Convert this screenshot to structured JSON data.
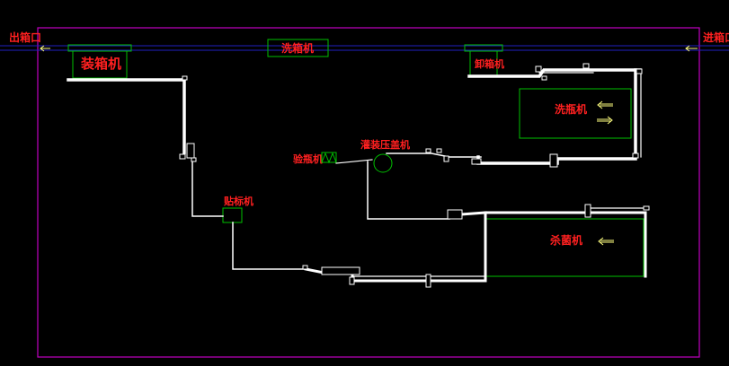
{
  "colors": {
    "background": "#000000",
    "conveyor": "#ffffff",
    "machine_box": "#00c000",
    "label": "#ff2020",
    "boundary": "#c000c0",
    "main_line": "#2020c0",
    "arrow": "#ffff80"
  },
  "labels": {
    "exit": "出箱口",
    "entry": "进箱口",
    "packer": "装箱机",
    "washer_top": "洗箱机",
    "unpacker": "卸箱机",
    "washer_right": "洗瓶机",
    "bottle_inspector": "验瓶机",
    "filler_capper": "灌装压盖机",
    "labeler": "贴标机",
    "sterilizer": "杀菌机"
  },
  "icons": {
    "exit_arrow": "arrow-left-icon",
    "entry_arrow": "arrow-left-icon",
    "washer_arrow_in": "arrow-left-icon",
    "washer_arrow_out": "arrow-right-icon",
    "sterilizer_arrow": "arrow-left-icon",
    "inspector_symbol": "zigzag-icon"
  }
}
